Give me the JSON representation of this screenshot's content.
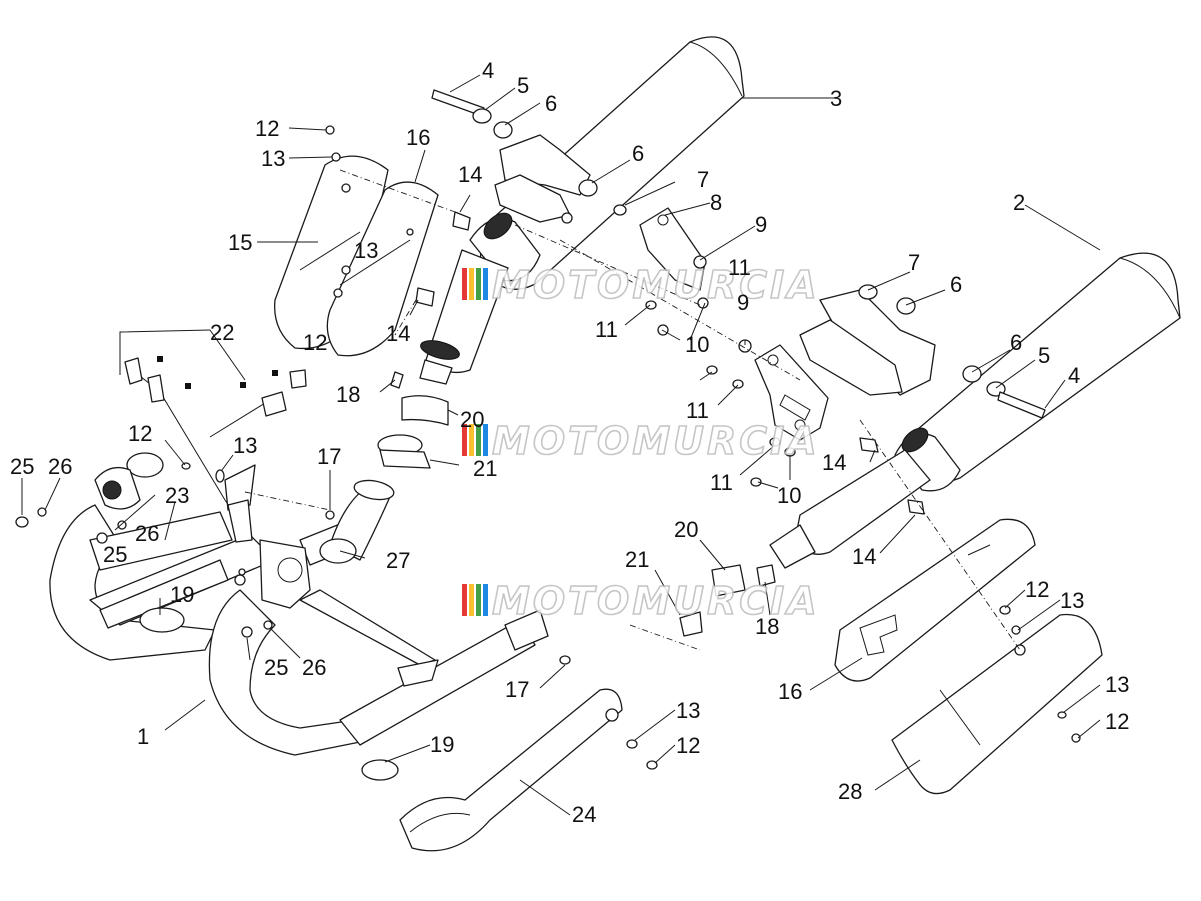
{
  "watermark": {
    "text": "MOTOMURCIA",
    "colors": [
      "#e53935",
      "#fbc02d",
      "#43a047",
      "#1e88e5"
    ]
  },
  "callouts": {
    "c1": "1",
    "c2": "2",
    "c3": "3",
    "c4a": "4",
    "c4b": "4",
    "c5a": "5",
    "c5b": "5",
    "c6a": "6",
    "c6b": "6",
    "c6c": "6",
    "c6d": "6",
    "c7a": "7",
    "c7b": "7",
    "c8": "8",
    "c9a": "9",
    "c9b": "9",
    "c10a": "10",
    "c10b": "10",
    "c11a": "11",
    "c11b": "11",
    "c11c": "11",
    "c11d": "11",
    "c12a": "12",
    "c12b": "12",
    "c12c": "12",
    "c12d": "12",
    "c12e": "12",
    "c12f": "12",
    "c13a": "13",
    "c13b": "13",
    "c13c": "13",
    "c13d": "13",
    "c13e": "13",
    "c13f": "13",
    "c14a": "14",
    "c14b": "14",
    "c14c": "14",
    "c14d": "14",
    "c15": "15",
    "c16a": "16",
    "c16b": "16",
    "c17a": "17",
    "c17b": "17",
    "c18a": "18",
    "c18b": "18",
    "c19a": "19",
    "c19b": "19",
    "c20a": "20",
    "c20b": "20",
    "c21a": "21",
    "c21b": "21",
    "c22": "22",
    "c23": "23",
    "c24": "24",
    "c25a": "25",
    "c25b": "25",
    "c25c": "25",
    "c26a": "26",
    "c26b": "26",
    "c26c": "26",
    "c27": "27",
    "c28": "28"
  }
}
